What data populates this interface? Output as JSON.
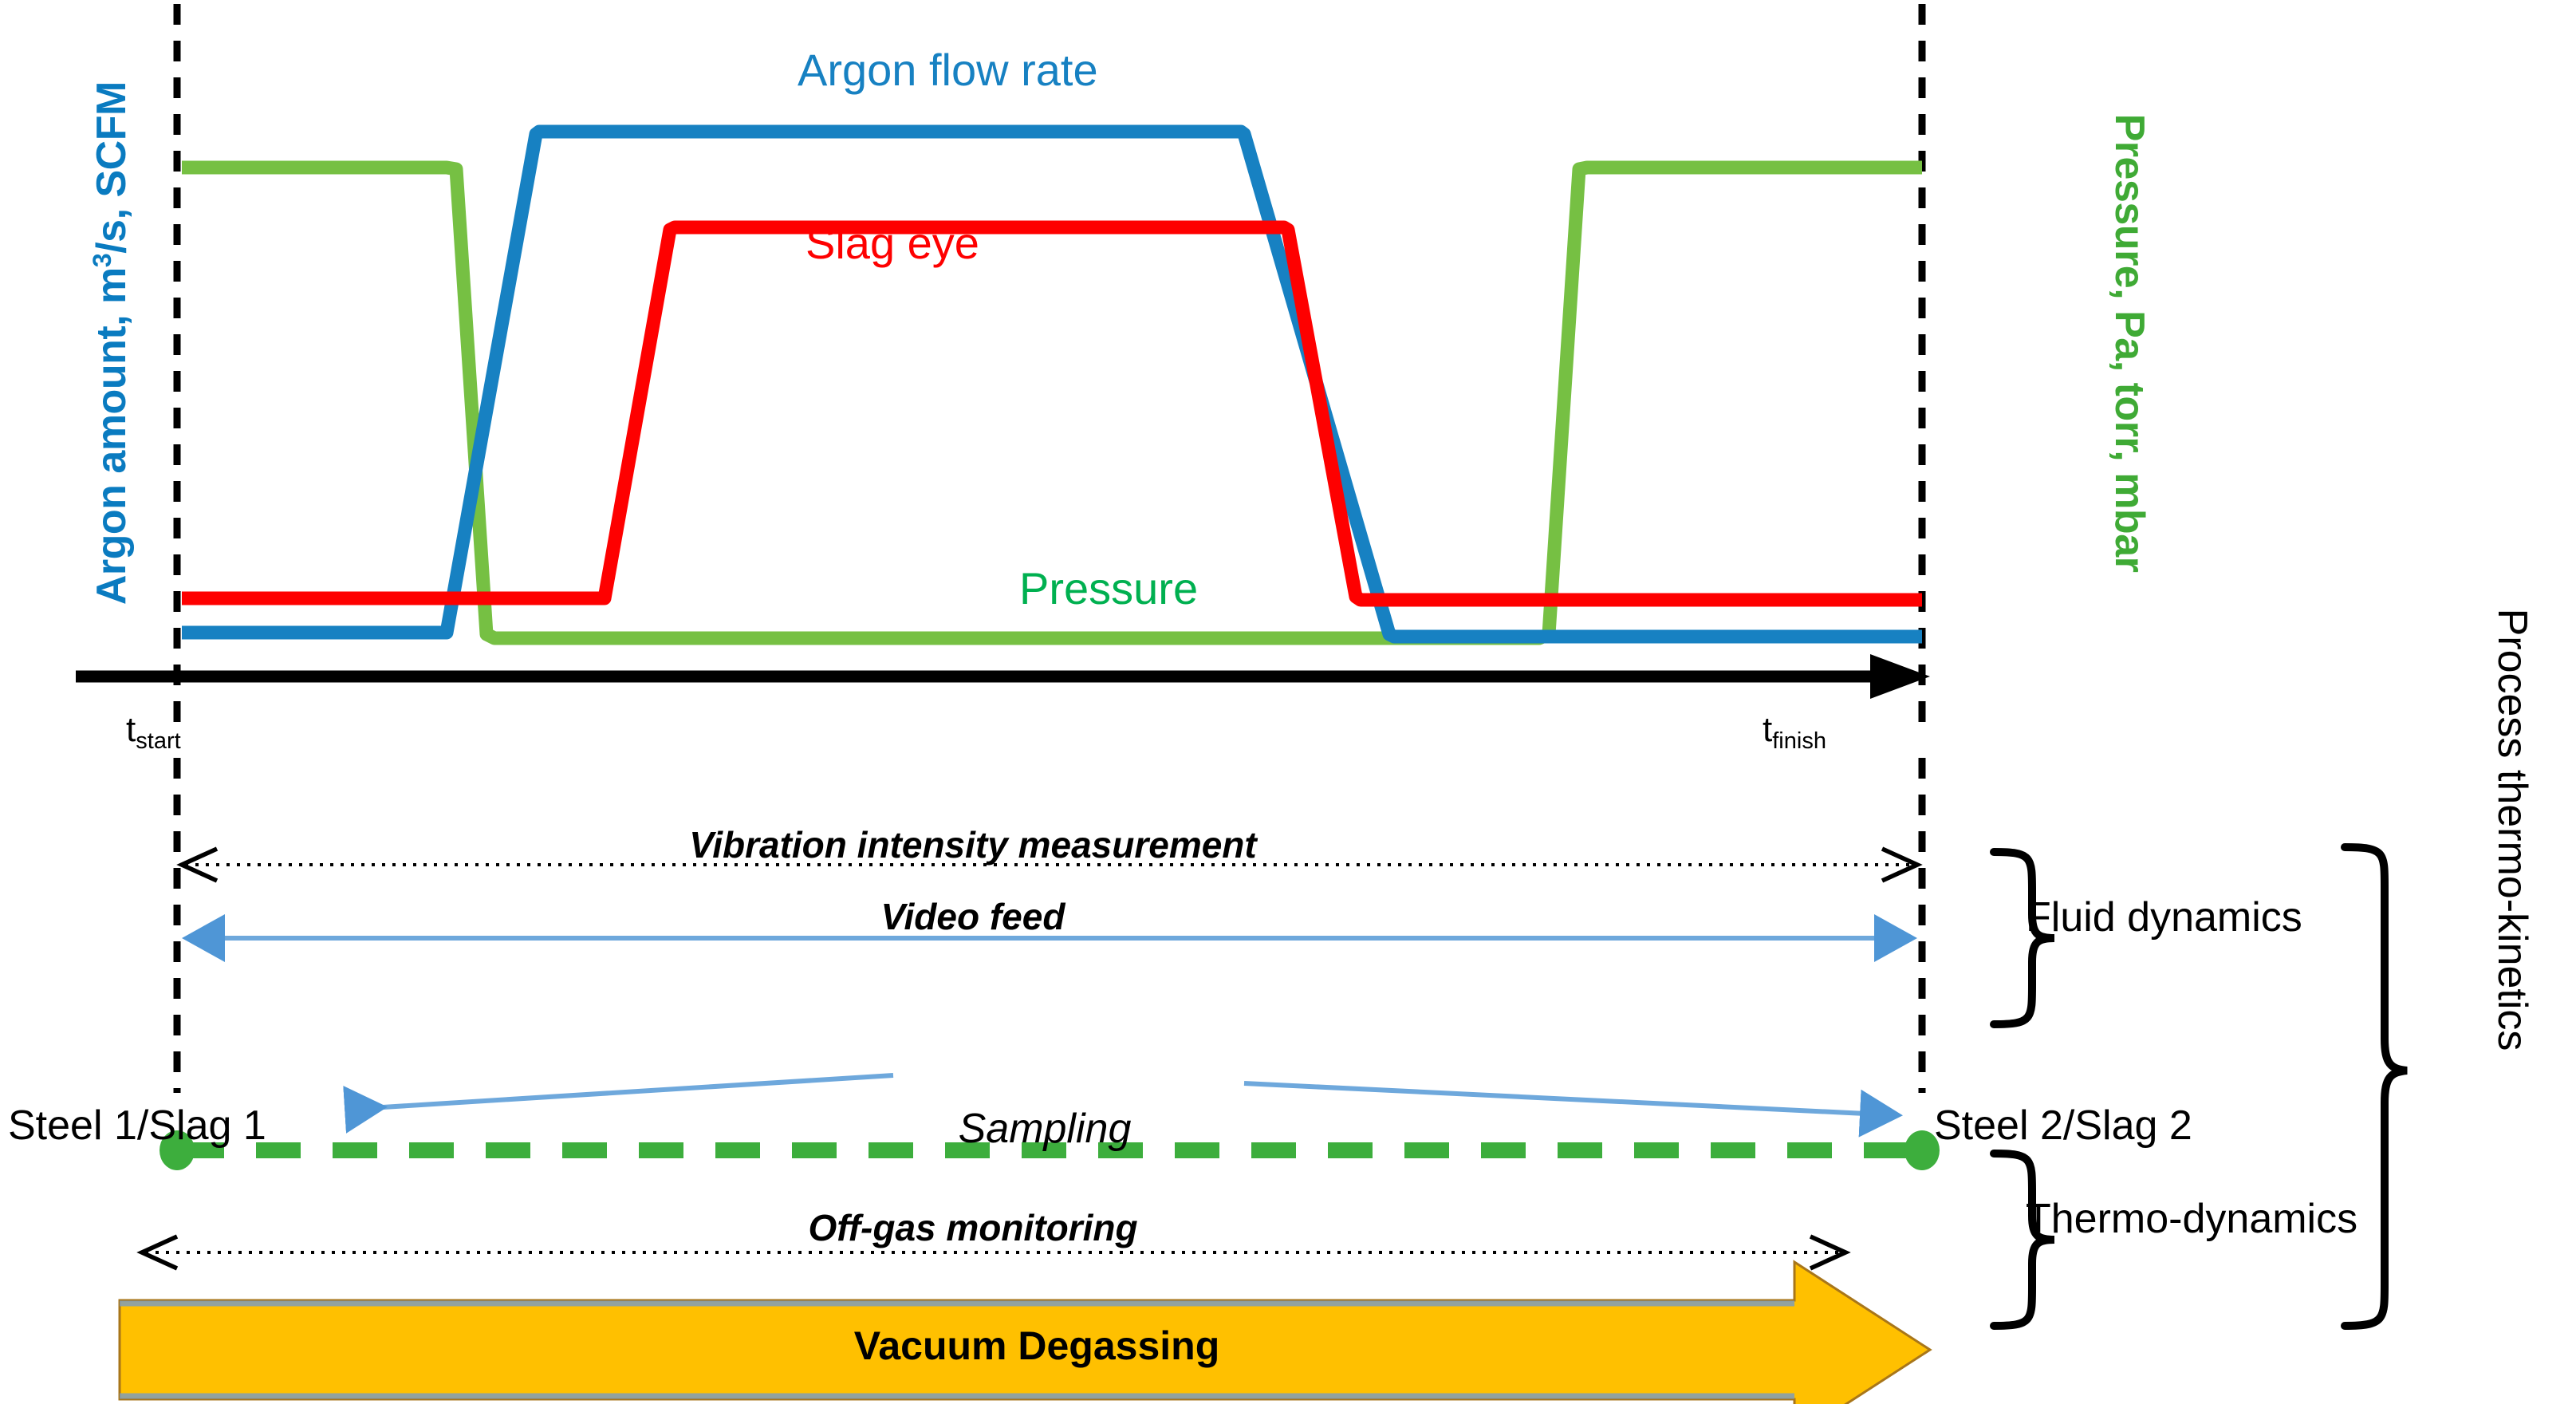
{
  "figure": {
    "kind": "process-timeline-diagram",
    "background": "#FFFFFF"
  },
  "colors": {
    "argon_blue": "#1781C2",
    "slag_red": "#FE0000",
    "pressure_green_line": "#76C043",
    "pressure_green_text": "#00B050",
    "axis_right_green": "#3FAA35",
    "axis_left_blue": "#0A7BC0",
    "light_blue_arrow": "#6EA8DC",
    "dashed_green": "#3DAE3D",
    "vacuum_orange": "#FFC000",
    "black": "#000000"
  },
  "chart_data": {
    "type": "line",
    "title": "",
    "xlabel": "",
    "ylabel_left": "Argon amount, m3/s, SCFM",
    "ylabel_right": "Pressure, Pa, torr, mbar",
    "grid": false,
    "legend_position": "inline-annotations",
    "xlim": [
      0,
      100
    ],
    "ylim": [
      0,
      100
    ],
    "x_markers": [
      {
        "label": "tstart",
        "x": 0
      },
      {
        "label": "tfinish",
        "x": 100
      }
    ],
    "series": [
      {
        "name": "Argon flow rate",
        "color": "#1781C2",
        "axis": "left",
        "x": [
          0,
          6.5,
          9.3,
          14.8,
          61.5,
          73.0,
          77.5,
          100
        ],
        "y": [
          6,
          6,
          6,
          88,
          88,
          88,
          6,
          6
        ]
      },
      {
        "name": "Slag eye",
        "color": "#FE0000",
        "axis": "left",
        "x": [
          0,
          36.0,
          39.5,
          63.5,
          67.0,
          71.0,
          100
        ],
        "y": [
          16,
          16,
          69,
          69,
          69,
          16,
          16
        ]
      },
      {
        "name": "Pressure",
        "color": "#76C043",
        "axis": "right",
        "x": [
          0,
          7.3,
          8.8,
          73.5,
          75.6,
          100
        ],
        "y": [
          90,
          90,
          3,
          3,
          90,
          90
        ]
      }
    ],
    "annotations": [
      {
        "text": "Argon flow rate",
        "color": "#1781C2",
        "x": 44,
        "y": 94
      },
      {
        "text": "Slag eye",
        "color": "#FE0000",
        "x": 44,
        "y": 72
      },
      {
        "text": "Pressure",
        "color": "#00B050",
        "x": 58,
        "y": 16
      }
    ]
  },
  "axes": {
    "left_title": "Argon amount, m",
    "left_title_sup": "3",
    "left_title_rest": "/s, SCFM",
    "right_title": "Pressure, Pa, torr, mbar"
  },
  "series_labels": {
    "argon": "Argon flow rate",
    "slag": "Slag eye",
    "pressure": "Pressure"
  },
  "time_markers": {
    "start_base": "t",
    "start_sub": "start",
    "finish_base": "t",
    "finish_sub": "finish"
  },
  "timeline": {
    "rows": [
      {
        "id": "vibration",
        "label": "Vibration intensity measurement",
        "style": "bold-italic",
        "arrow": "double-headed-dotted-black"
      },
      {
        "id": "video",
        "label": "Video feed",
        "style": "bold-italic",
        "arrow": "double-headed-solid-lightblue"
      },
      {
        "id": "sampling",
        "label": "Sampling",
        "style": "italic",
        "arrow": "double-headed-solid-lightblue"
      },
      {
        "id": "offgas",
        "label": "Off-gas monitoring",
        "style": "bold-italic",
        "arrow": "double-headed-dotted-black"
      }
    ],
    "endpoints": {
      "left": "Steel 1/Slag 1",
      "right": "Steel 2/Slag 2"
    },
    "process_arrow": {
      "label": "Vacuum Degassing",
      "fill": "#FFC000"
    }
  },
  "groupings": {
    "upper_brace": "Fluid dynamics",
    "lower_brace": "Thermo-dynamics",
    "outer_brace": "Process thermo-kinetics"
  }
}
